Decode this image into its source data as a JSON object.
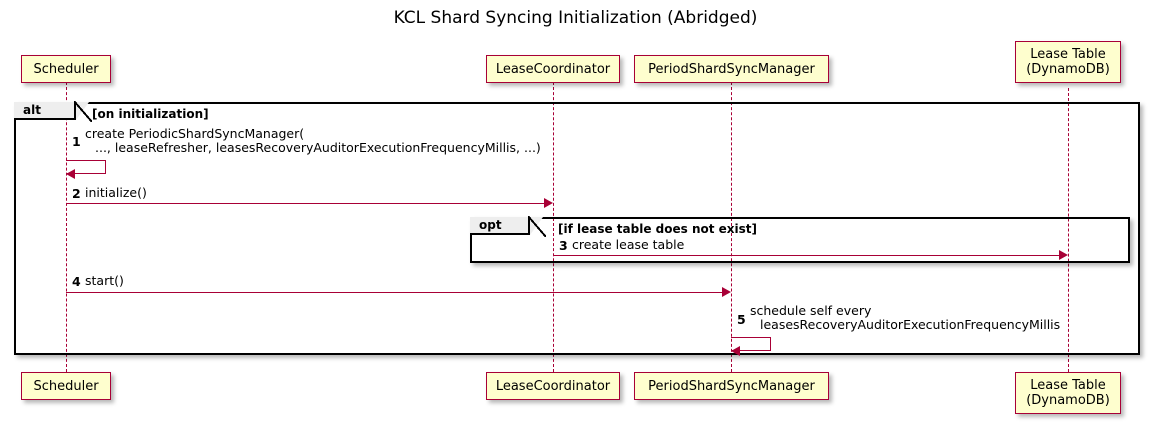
{
  "title": "KCL Shard Syncing Initialization (Abridged)",
  "colors": {
    "participant_fill": "#FEFECE",
    "participant_border": "#A80036",
    "arrow": "#A80036",
    "frame_border": "#000000",
    "frame_tab_fill": "#EEEEEE",
    "background": "#FFFFFF"
  },
  "participants": [
    {
      "id": "scheduler",
      "label": "Scheduler",
      "lines": [
        "Scheduler"
      ]
    },
    {
      "id": "leasecoordinator",
      "label": "LeaseCoordinator",
      "lines": [
        "LeaseCoordinator"
      ]
    },
    {
      "id": "periodshardsyncmanager",
      "label": "PeriodShardSyncManager",
      "lines": [
        "PeriodShardSyncManager"
      ]
    },
    {
      "id": "leasetable",
      "label": "Lease Table (DynamoDB)",
      "lines": [
        "Lease Table",
        "(DynamoDB)"
      ]
    }
  ],
  "frames": [
    {
      "id": "alt",
      "type": "alt",
      "tab_label": "alt",
      "condition": "[on initialization]"
    },
    {
      "id": "opt",
      "type": "opt",
      "tab_label": "opt",
      "condition": "[if lease table does not exist]"
    }
  ],
  "messages": [
    {
      "number": "1",
      "from": "scheduler",
      "to": "scheduler",
      "self": true,
      "lines": [
        "create PeriodicShardSyncManager(",
        "..., leaseRefresher, leasesRecoveryAuditorExecutionFrequencyMillis, ...)"
      ]
    },
    {
      "number": "2",
      "from": "scheduler",
      "to": "leasecoordinator",
      "self": false,
      "lines": [
        "initialize()"
      ]
    },
    {
      "number": "3",
      "from": "leasecoordinator",
      "to": "leasetable",
      "self": false,
      "lines": [
        "create lease table"
      ]
    },
    {
      "number": "4",
      "from": "scheduler",
      "to": "periodshardsyncmanager",
      "self": false,
      "lines": [
        "start()"
      ]
    },
    {
      "number": "5",
      "from": "periodshardsyncmanager",
      "to": "periodshardsyncmanager",
      "self": true,
      "lines": [
        "schedule self every",
        "leasesRecoveryAuditorExecutionFrequencyMillis"
      ]
    }
  ]
}
